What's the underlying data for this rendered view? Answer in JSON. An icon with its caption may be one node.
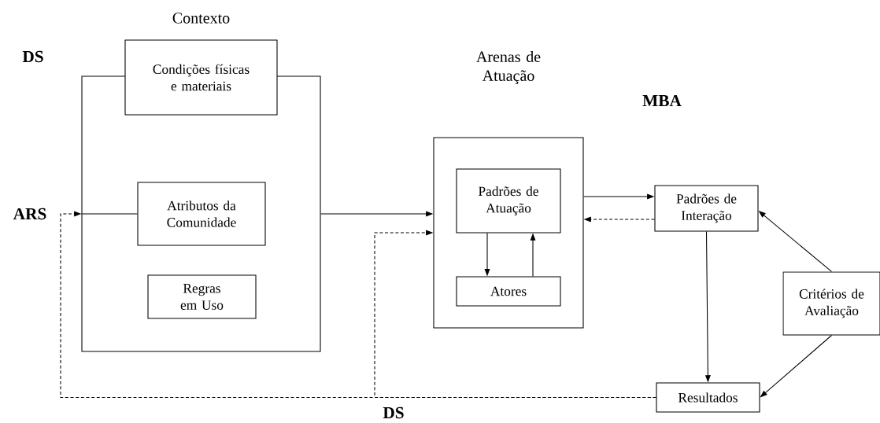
{
  "diagram": {
    "nodes": [
      {
        "text": [],
        "shape": "box"
      },
      {
        "text": [
          "Condições físicas e materiais"
        ]
      },
      {
        "text": [
          "Atributos da Comunidade"
        ],
        "in": 0
      },
      {
        "text": [
          "Regras em Uso"
        ],
        "in": 0
      },
      {
        "text": [
          "Arenas de Atuação"
        ]
      },
      {
        "text": [
          "Padrões de Atuação"
        ],
        "in": 4
      },
      {
        "text": [
          "Atores"
        ],
        "in": 4
      },
      {
        "text": [
          "Padrões de Interação"
        ]
      },
      {
        "text": [
          "Critérios de Avaliação"
        ]
      },
      {
        "text": [
          "Resultados"
        ]
      }
    ],
    "edges": [
      {
        "from": 0,
        "to": 4,
        "arrow": "to"
      },
      {
        "from": 2,
        "to": 0,
        "arrow": "none"
      },
      {
        "from": 9,
        "to": 0,
        "arrow": "to",
        "style": "dashed"
      },
      {
        "from": 9,
        "to": 4,
        "arrow": "to",
        "style": "dashed"
      },
      {
        "from": 4,
        "to": 7,
        "arrow": "to"
      },
      {
        "from": 7,
        "to": 4,
        "arrow": "to",
        "style": "dashed"
      },
      {
        "from": 5,
        "to": 6,
        "arrow": "to"
      },
      {
        "from": 6,
        "to": 5,
        "arrow": "to"
      },
      {
        "from": 7,
        "to": 9,
        "arrow": "to"
      },
      {
        "from": 8,
        "to": 7,
        "arrow": "to"
      },
      {
        "from": 8,
        "to": 9,
        "arrow": "to"
      }
    ],
    "labels": [
      "Contexto",
      "DS",
      "MBA",
      "ARS",
      "DS"
    ]
  }
}
